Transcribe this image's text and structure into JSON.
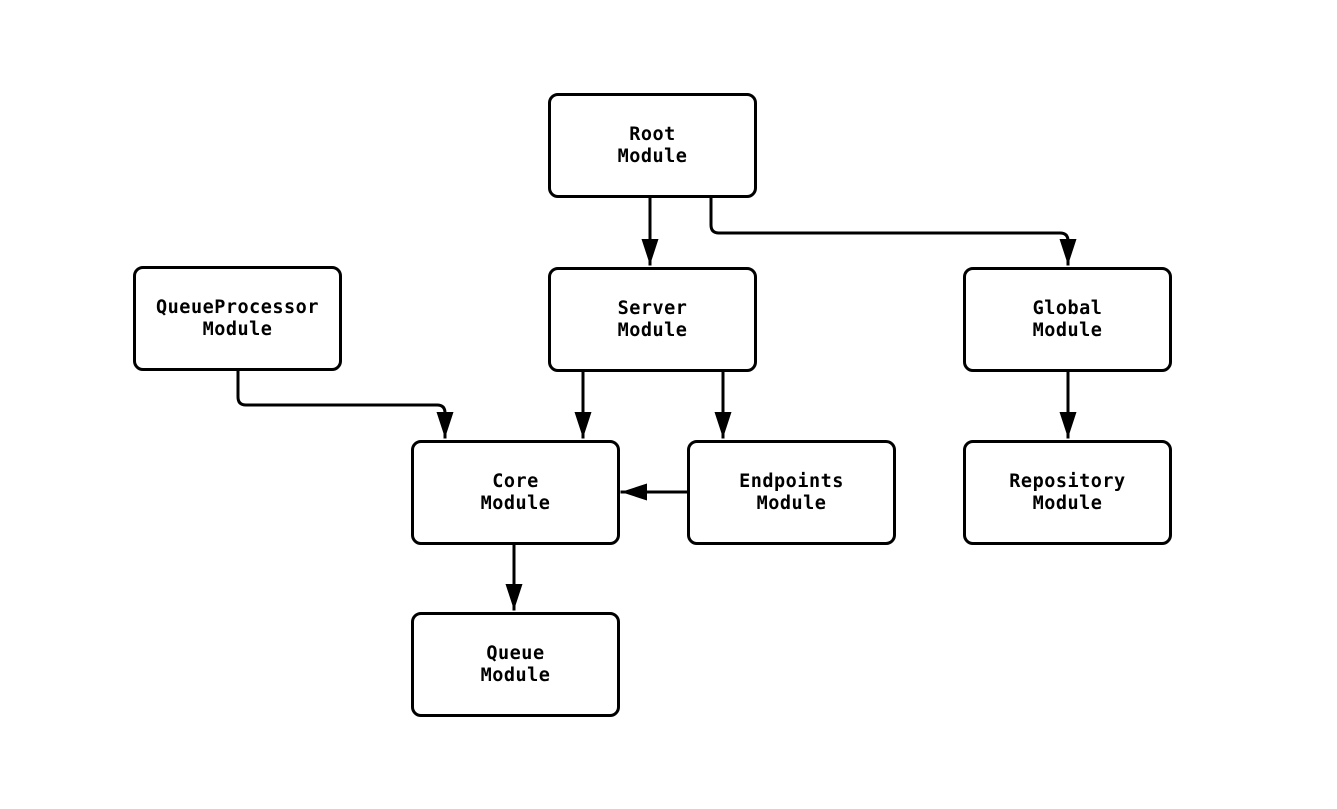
{
  "diagram": {
    "type": "flowchart",
    "background_color": "#ffffff",
    "node_fill_color": "#ffffff",
    "node_border_color": "#000000",
    "edge_color": "#000000",
    "nodes": [
      {
        "id": "root",
        "label": "Root\nModule"
      },
      {
        "id": "queueprocessor",
        "label": "QueueProcessor\nModule"
      },
      {
        "id": "server",
        "label": "Server\nModule"
      },
      {
        "id": "global",
        "label": "Global\nModule"
      },
      {
        "id": "core",
        "label": "Core\nModule"
      },
      {
        "id": "endpoints",
        "label": "Endpoints\nModule"
      },
      {
        "id": "repository",
        "label": "Repository\nModule"
      },
      {
        "id": "queue",
        "label": "Queue\nModule"
      }
    ],
    "edges": [
      {
        "from": "root",
        "to": "server"
      },
      {
        "from": "root",
        "to": "global"
      },
      {
        "from": "queueprocessor",
        "to": "core"
      },
      {
        "from": "server",
        "to": "core"
      },
      {
        "from": "server",
        "to": "endpoints"
      },
      {
        "from": "endpoints",
        "to": "core"
      },
      {
        "from": "global",
        "to": "repository"
      },
      {
        "from": "core",
        "to": "queue"
      }
    ]
  }
}
